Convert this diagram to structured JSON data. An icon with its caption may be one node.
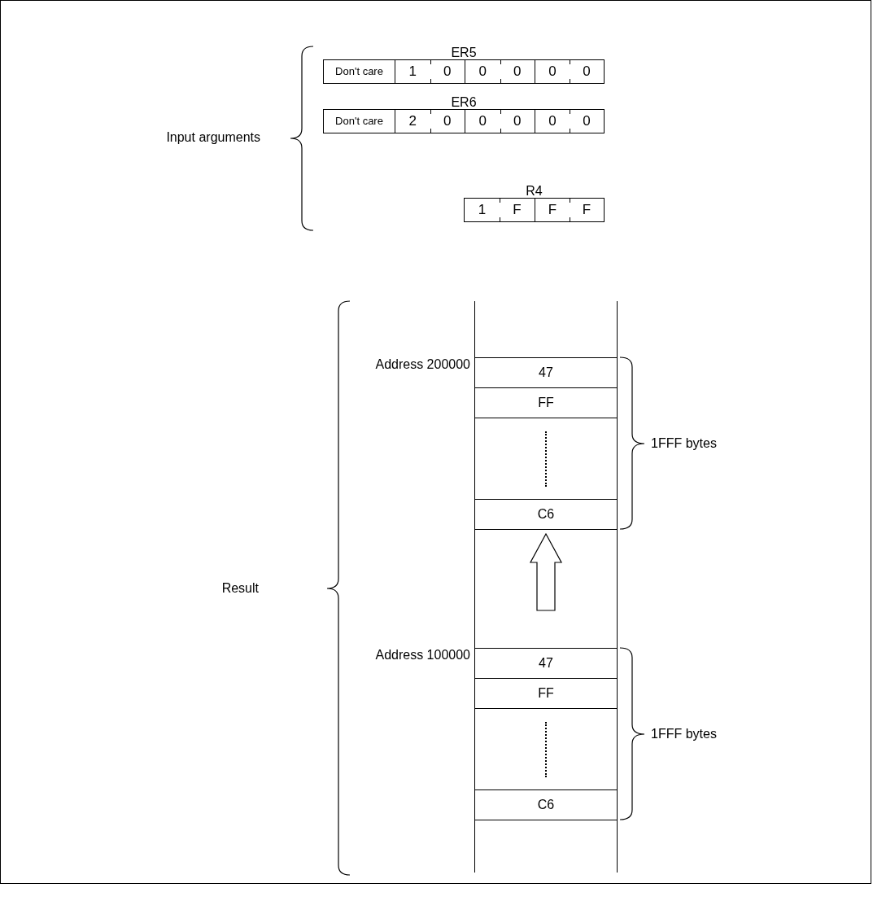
{
  "diagram": {
    "nodes": [
      {
        "text": [
          "ER5"
        ]
      },
      {
        "text": [
          "Don't care"
        ],
        "in": 0
      },
      {
        "text": [
          "1",
          "0"
        ],
        "in": 0
      },
      {
        "text": [
          "0",
          "0"
        ],
        "in": 0
      },
      {
        "text": [
          "0",
          "0"
        ],
        "in": 0
      },
      {
        "text": [
          "ER6"
        ]
      },
      {
        "text": [
          "Don't care"
        ],
        "in": 5
      },
      {
        "text": [
          "2",
          "0"
        ],
        "in": 5
      },
      {
        "text": [
          "0",
          "0"
        ],
        "in": 5
      },
      {
        "text": [
          "0",
          "0"
        ],
        "in": 5
      },
      {
        "text": [
          "R4"
        ]
      },
      {
        "text": [
          "1",
          "F"
        ],
        "in": 10
      },
      {
        "text": [
          "F",
          "F"
        ],
        "in": 10
      },
      {
        "text": [
          "47"
        ],
        "beside": [
          "Address 200000"
        ]
      },
      {
        "text": [
          "FF"
        ]
      },
      {
        "text": [],
        "shape": "box"
      },
      {
        "text": [
          "C6"
        ]
      },
      {
        "text": [
          "47"
        ],
        "beside": [
          "Address 100000"
        ]
      },
      {
        "text": [
          "FF"
        ]
      },
      {
        "text": [],
        "shape": "box"
      },
      {
        "text": [
          "C6"
        ]
      }
    ],
    "edges": [
      {
        "from": 17,
        "to": 16,
        "arrow": "to"
      }
    ],
    "labels": [
      "Input arguments",
      "Result",
      "1FFF bytes",
      "1FFF bytes"
    ]
  }
}
